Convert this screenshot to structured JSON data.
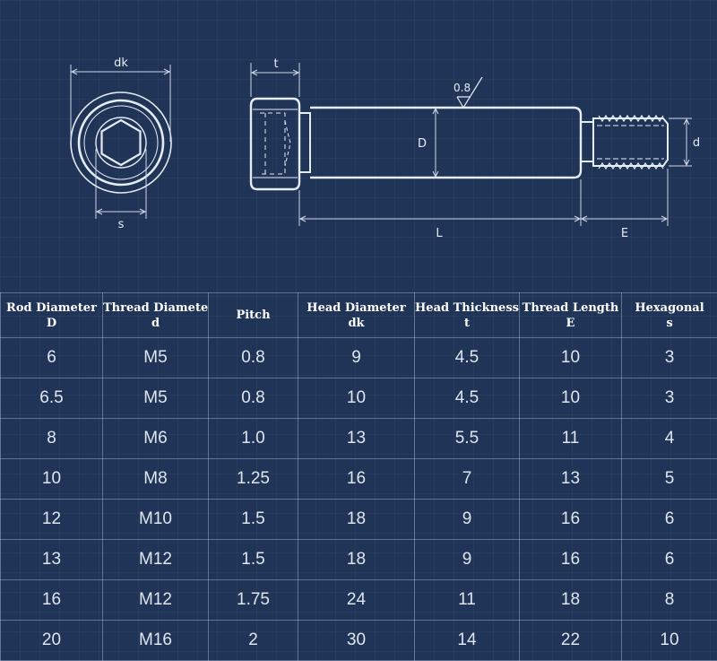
{
  "diagram": {
    "labels": {
      "dk": "dk",
      "s": "s",
      "t": "t",
      "roughness": "0.8",
      "D": "D",
      "d": "d",
      "L": "L",
      "E": "E"
    }
  },
  "table": {
    "headers": [
      {
        "line1": "Rod Diameter",
        "line2": "D"
      },
      {
        "line1": "Thread Diameter",
        "line2": "d"
      },
      {
        "line1": "Pitch",
        "line2": ""
      },
      {
        "line1": "Head Diameter",
        "line2": "dk"
      },
      {
        "line1": "Head Thickness",
        "line2": "t"
      },
      {
        "line1": "Thread Length",
        "line2": "E"
      },
      {
        "line1": "Hexagonal",
        "line2": "s"
      }
    ],
    "rows": [
      [
        "6",
        "M5",
        "0.8",
        "9",
        "4.5",
        "10",
        "3"
      ],
      [
        "6.5",
        "M5",
        "0.8",
        "10",
        "4.5",
        "10",
        "3"
      ],
      [
        "8",
        "M6",
        "1.0",
        "13",
        "5.5",
        "11",
        "4"
      ],
      [
        "10",
        "M8",
        "1.25",
        "16",
        "7",
        "13",
        "5"
      ],
      [
        "12",
        "M10",
        "1.5",
        "18",
        "9",
        "16",
        "6"
      ],
      [
        "13",
        "M12",
        "1.5",
        "18",
        "9",
        "16",
        "6"
      ],
      [
        "16",
        "M12",
        "1.75",
        "24",
        "11",
        "18",
        "8"
      ],
      [
        "20",
        "M16",
        "2",
        "30",
        "14",
        "22",
        "10"
      ]
    ]
  }
}
